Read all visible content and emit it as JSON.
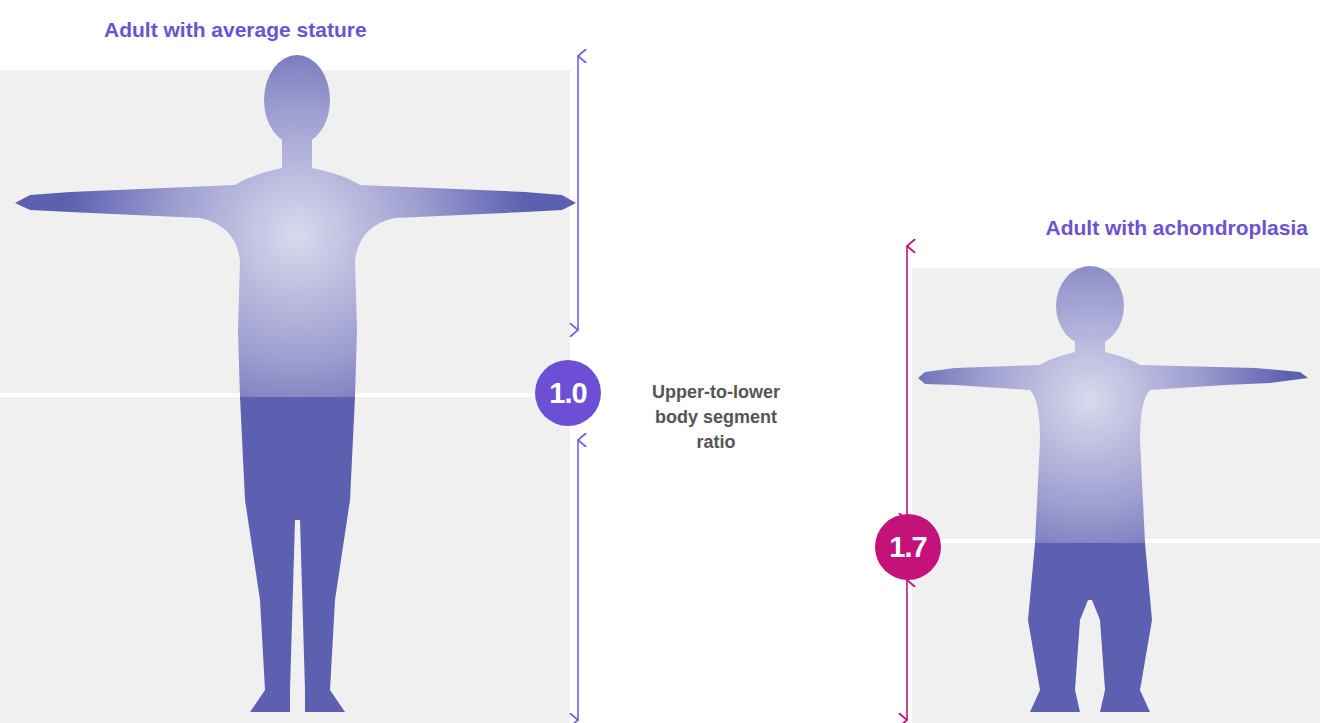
{
  "diagram": {
    "nodes": [
      {
        "text": [
          "Adult with average stature"
        ]
      },
      {
        "text": [
          "1.0"
        ]
      },
      {
        "text": [
          "Adult with achondroplasia"
        ]
      },
      {
        "text": [
          "1.7"
        ]
      }
    ],
    "labels": [
      "Upper-to-lower body segment ratio"
    ]
  }
}
